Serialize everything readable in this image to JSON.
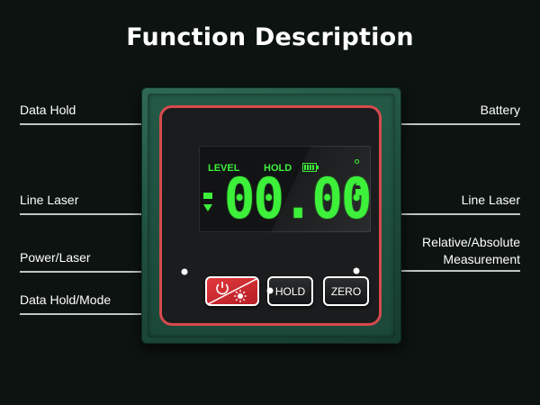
{
  "title": "Function Description",
  "labels": {
    "data_hold": "Data Hold",
    "battery": "Battery",
    "line_laser_left": "Line Laser",
    "line_laser_right": "Line Laser",
    "power_laser": "Power/Laser",
    "data_hold_mode": "Data Hold/Mode",
    "relative_absolute_line1": "Relative/Absolute",
    "relative_absolute_line2": "Measurement"
  },
  "display": {
    "level": "LEVEL",
    "hold": "HOLD",
    "reading": "00.00",
    "degree": "°"
  },
  "buttons": {
    "hold": "HOLD",
    "zero": "ZERO"
  },
  "colors": {
    "lcd_green": "#3df03a",
    "body_green": "#1f4f3e",
    "accent_red": "#d64a4e",
    "background": "#0c1311"
  }
}
